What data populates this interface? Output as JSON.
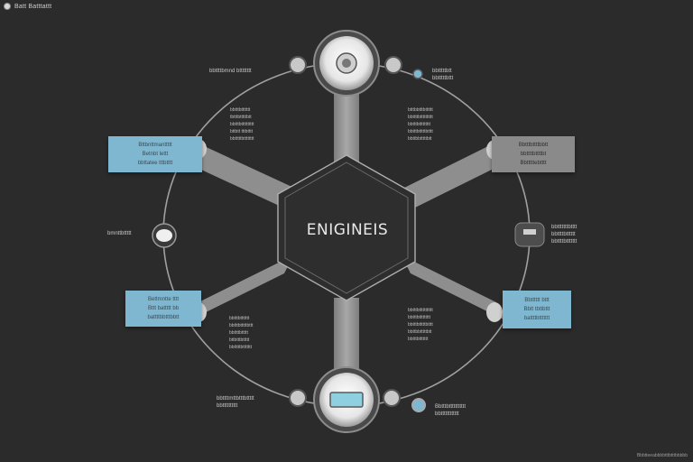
{
  "header": {
    "title": "Batt Batttattt"
  },
  "center": {
    "title": "ENIGINEIS"
  },
  "footer": {
    "note": "Bbbtteeabbbbtttbtttbbbbb"
  },
  "callouts": {
    "top_left": {
      "lines": [
        "Bttbnttmanttttt",
        "Betnbt  lettt",
        "bbttatee tttbtttt"
      ]
    },
    "top_right": {
      "lines": [
        "Bbtttbttttbbtt",
        "bbttttbttttbt",
        "Bbtttttebtttt"
      ]
    },
    "bottom_left": {
      "lines": [
        "Bettmntte tttt",
        "Bttt  battttt  bb",
        "battttbbtttbbtt"
      ]
    },
    "bottom_right": {
      "lines": [
        "Bbtttttt bttt",
        "Bbtt tbttbttt",
        "battttbttttttt"
      ]
    }
  },
  "labels": {
    "top_left_node": "bbttttbmnd btttttttt",
    "top_right_node": [
      "bbtttttbtt",
      "bbtttttbttt"
    ],
    "left_node": "bmnttbttttt",
    "right_node": [
      "bbtttttttbtttt",
      "bbttttbtttttt",
      "bbttttbttttttt"
    ],
    "bottom_left_node": [
      "bbttttmttbtttbttttt",
      "bbtttttttttt"
    ],
    "bottom_right_node": [
      "Bbtttbttttttttttt",
      "bbtttttttttttt"
    ]
  },
  "text_blocks": {
    "upper_left": [
      "bbtttbttttttt",
      "tbtttbtttttbtt",
      "bbtttbtttttttttt",
      "bttbtt tttbtttt",
      "bbtttttbtttttttt"
    ],
    "upper_right": [
      "btttbbtttbtttttt",
      "bbttttbtttttttttt",
      "bbtttbttttttttt",
      "bbtttbtttttbtttt",
      "bbttbbtttttbtt"
    ],
    "lower_left": [
      "bbtttbttttttt",
      "bbtttbtttttbttt",
      "bbttttbttttt",
      "bttbtttbttttt",
      "bbtttttbttttttt"
    ],
    "lower_right": [
      "bbtttbttttttttttt",
      "bbtttbttttttttt",
      "bbtttbtttttbtttt",
      "bbttbbtttttbtt",
      "bbtttbttttttt"
    ]
  },
  "colors": {
    "background": "#2b2b2b",
    "accent_blue": "#7eb7cf",
    "callout_grey": "#8a8a8a",
    "spoke_grey": "#8f8f8f",
    "ring": "#a0a0a0"
  }
}
